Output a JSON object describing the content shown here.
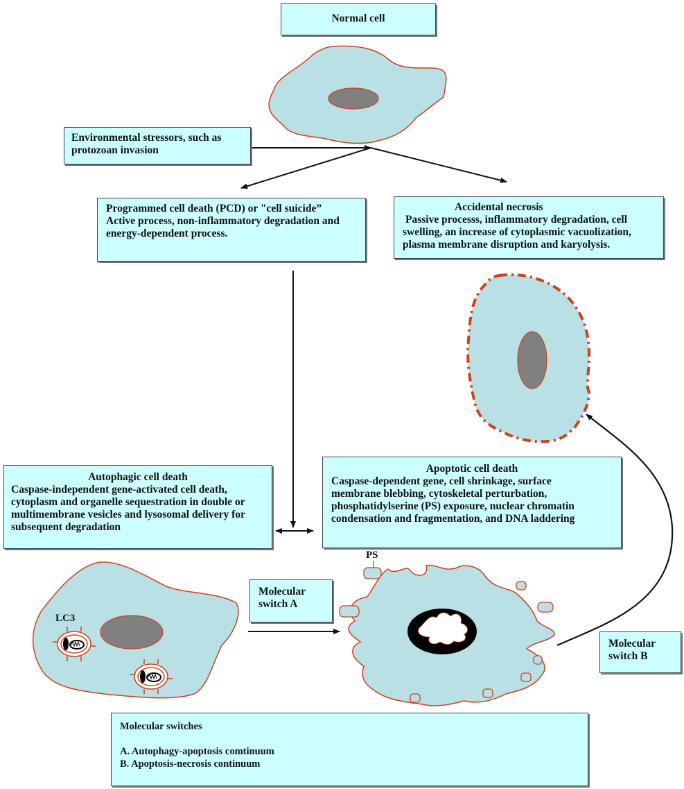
{
  "title_box": {
    "label": "Normal cell"
  },
  "stressor_box": {
    "lines": [
      "Environmental stressors, such as",
      "protozoan invasion"
    ]
  },
  "pcd_box": {
    "lines": [
      "Programmed cell death (PCD) or \"cell suicide”",
      "Active process, non-inflammatory degradation and",
      "energy-dependent process."
    ]
  },
  "necrosis_box": {
    "heading": "Accidental necrosis",
    "lines": [
      "Passive processs, inflammatory degradation, cell",
      "swelling, an increase of cytoplasmic vacuolization,",
      "plasma membrane disruption and karyolysis."
    ]
  },
  "autophagic_box": {
    "heading": "Autophagic cell death",
    "lines": [
      "Caspase-independent gene-activated cell death,",
      "cytoplasm and organelle sequestration in double or",
      "multimembrane vesicles and lysosomal delivery for",
      "subsequent degradation"
    ]
  },
  "apoptotic_box": {
    "heading": "Apoptotic cell death",
    "lines": [
      "Caspase-dependent gene, cell shrinkage, surface",
      "membrane blebbing, cytoskeletal perturbation,",
      "phosphatidylserine (PS) exposure, nuclear chromatin",
      "condensation and fragmentation, and DNA laddering"
    ]
  },
  "switch_a_box": {
    "lines": [
      "Molecular",
      "switch A"
    ]
  },
  "switch_b_box": {
    "lines": [
      "Molecular",
      "switch B"
    ]
  },
  "legend_box": {
    "heading": "Molecular switches",
    "items": [
      "A. Autophagy-apoptosis comtinuum",
      "B. Apoptosis-necrosis continuum"
    ]
  },
  "cell_labels": {
    "lc3": "LC3",
    "ps": "PS"
  },
  "colors": {
    "box_fill": "#ccffff",
    "cell_fill": "#b9e0e4",
    "membrane": "#d0401a",
    "nucleus": "#808080"
  }
}
